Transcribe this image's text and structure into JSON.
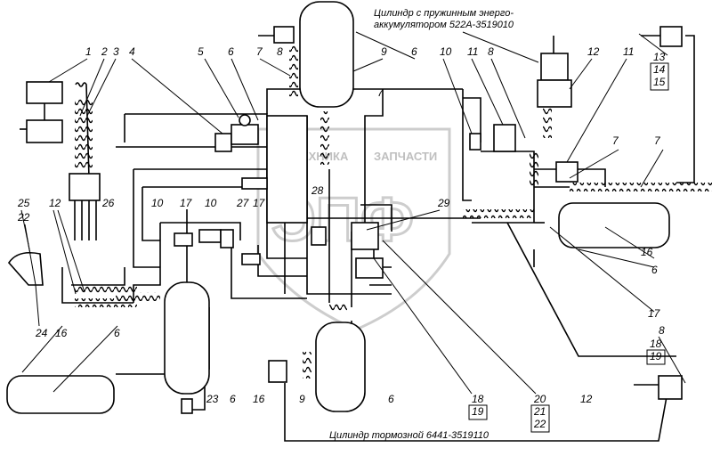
{
  "captions": {
    "top_right": [
      "Цилиндр с пружинным энерго-",
      "аккумулятором 522А-3519010"
    ],
    "bottom": "Цилиндр тормозной 6441-3519110"
  },
  "watermark": {
    "line1": "ТЕХНИКА",
    "line2": "ЗАПЧАСТИ",
    "big": "ЭПФ"
  },
  "labels": {
    "l1": "1",
    "l2": "2",
    "l3": "3",
    "l4": "4",
    "l5": "5",
    "l6a": "6",
    "l7a": "7",
    "l8a": "8",
    "l9a": "9",
    "l6b": "6",
    "l10a": "10",
    "l11a": "11",
    "l8b": "8",
    "l12a": "12",
    "l11b": "11",
    "l13": "13",
    "l14": "14",
    "l15": "15",
    "l7b": "7",
    "l7c": "7",
    "l7d": "7",
    "l25": "25",
    "l22a": "22",
    "l12b": "12",
    "l26": "26",
    "l10b": "10",
    "l17a": "17",
    "l10c": "10",
    "l27": "27",
    "l17b": "17",
    "l28": "28",
    "l29": "29",
    "l16a": "16",
    "l6c": "6",
    "l17c": "17",
    "l24": "24",
    "l16b": "16",
    "l6d": "6",
    "l23": "23",
    "l6e": "6",
    "l16c": "16",
    "l9b": "9",
    "l6f": "6",
    "l18a": "18",
    "l19a": "19",
    "l20": "20",
    "l21": "21",
    "l22b": "22",
    "l12c": "12",
    "l8c": "8",
    "l18b": "18",
    "l19b": "19"
  }
}
